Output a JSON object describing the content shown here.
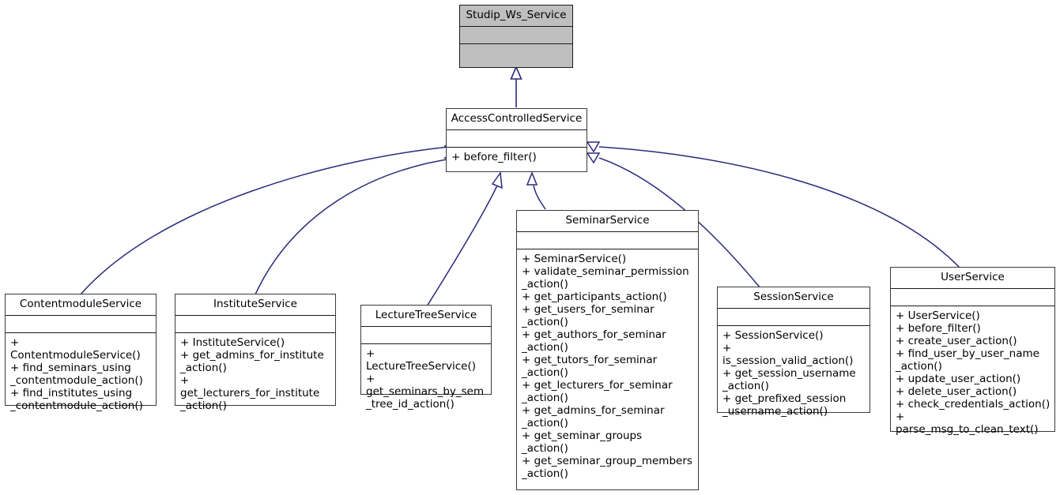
{
  "diagram": {
    "type": "uml-class-inheritance",
    "title": "Studip_Ws_Service inheritance diagram",
    "edge_color": "#2a2a7a",
    "root_fill": "#bfbfbf",
    "box_fill": "#ffffff",
    "border_color": "#3a3a3a",
    "classes": [
      {
        "id": "studip-ws-service",
        "name": "Studip_Ws_Service",
        "attributes": [],
        "methods": [],
        "highlighted": true
      },
      {
        "id": "access-controlled-service",
        "name": "AccessControlledService",
        "attributes": [],
        "methods": [
          "+ before_filter()"
        ],
        "highlighted": false
      },
      {
        "id": "contentmodule-service",
        "name": "ContentmoduleService",
        "attributes": [],
        "methods": [
          "+ ContentmoduleService()",
          "+ find_seminars_using\n_contentmodule_action()",
          "+ find_institutes_using\n_contentmodule_action()"
        ],
        "highlighted": false
      },
      {
        "id": "institute-service",
        "name": "InstituteService",
        "attributes": [],
        "methods": [
          "+ InstituteService()",
          "+ get_admins_for_institute\n_action()",
          "+ get_lecturers_for_institute\n_action()"
        ],
        "highlighted": false
      },
      {
        "id": "lecture-tree-service",
        "name": "LectureTreeService",
        "attributes": [],
        "methods": [
          "+ LectureTreeService()",
          "+ get_seminars_by_sem\n_tree_id_action()"
        ],
        "highlighted": false
      },
      {
        "id": "seminar-service",
        "name": "SeminarService",
        "attributes": [],
        "methods": [
          "+ SeminarService()",
          "+ validate_seminar_permission\n_action()",
          "+ get_participants_action()",
          "+ get_users_for_seminar\n_action()",
          "+ get_authors_for_seminar\n_action()",
          "+ get_tutors_for_seminar\n_action()",
          "+ get_lecturers_for_seminar\n_action()",
          "+ get_admins_for_seminar\n_action()",
          "+ get_seminar_groups\n_action()",
          "+ get_seminar_group_members\n_action()"
        ],
        "highlighted": false
      },
      {
        "id": "session-service",
        "name": "SessionService",
        "attributes": [],
        "methods": [
          "+ SessionService()",
          "+ is_session_valid_action()",
          "+ get_session_username\n_action()",
          "+ get_prefixed_session\n_username_action()"
        ],
        "highlighted": false
      },
      {
        "id": "user-service",
        "name": "UserService",
        "attributes": [],
        "methods": [
          "+ UserService()",
          "+ before_filter()",
          "+ create_user_action()",
          "+ find_user_by_user_name\n_action()",
          "+ update_user_action()",
          "+ delete_user_action()",
          "+ check_credentials_action()",
          "+ parse_msg_to_clean_text()"
        ],
        "highlighted": false
      }
    ],
    "relations": [
      {
        "from": "access-controlled-service",
        "to": "studip-ws-service",
        "kind": "inheritance"
      },
      {
        "from": "contentmodule-service",
        "to": "access-controlled-service",
        "kind": "inheritance"
      },
      {
        "from": "institute-service",
        "to": "access-controlled-service",
        "kind": "inheritance"
      },
      {
        "from": "lecture-tree-service",
        "to": "access-controlled-service",
        "kind": "inheritance"
      },
      {
        "from": "seminar-service",
        "to": "access-controlled-service",
        "kind": "inheritance"
      },
      {
        "from": "session-service",
        "to": "access-controlled-service",
        "kind": "inheritance"
      },
      {
        "from": "user-service",
        "to": "access-controlled-service",
        "kind": "inheritance"
      }
    ]
  }
}
